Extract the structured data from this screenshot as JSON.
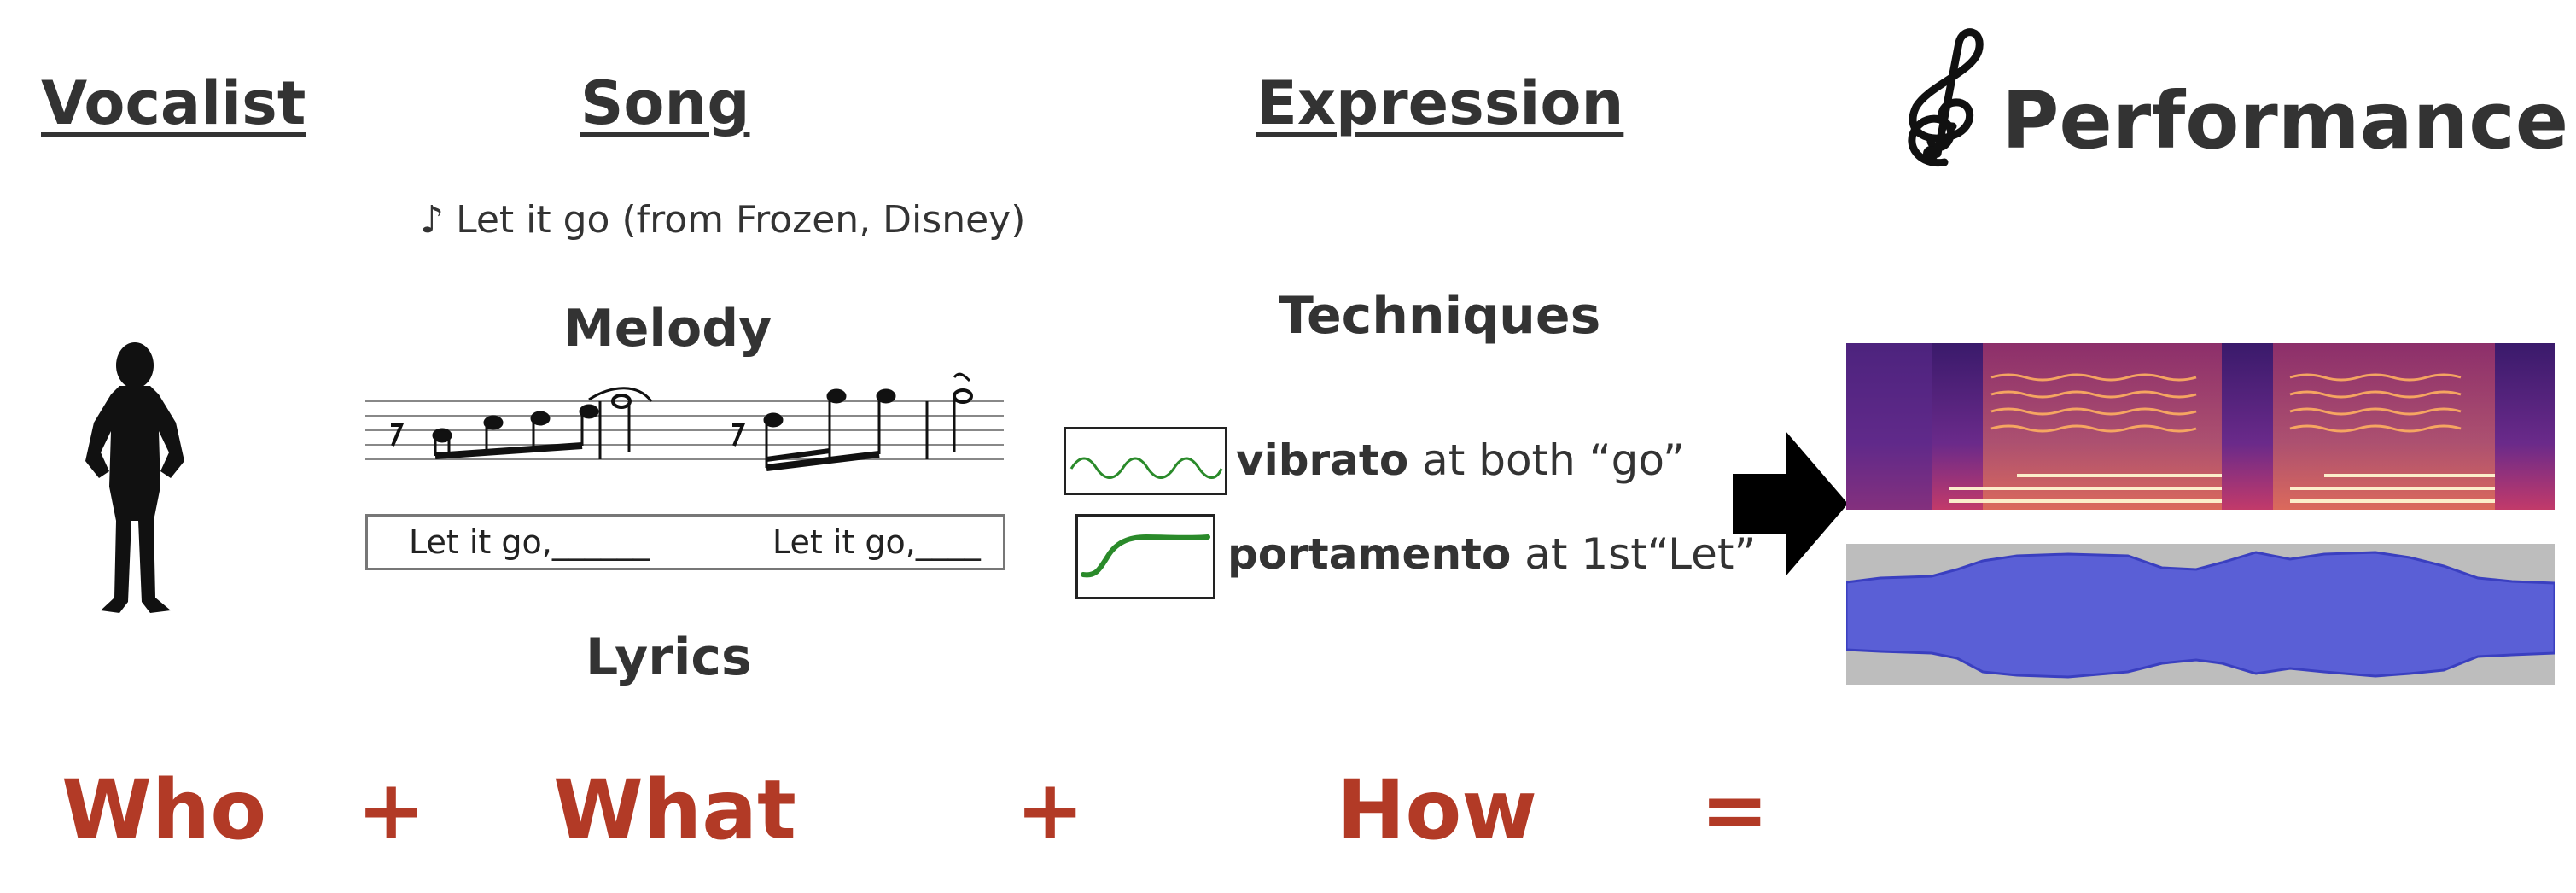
{
  "headers": {
    "vocalist": "Vocalist",
    "song": "Song",
    "expression": "Expression",
    "performance": "Performance"
  },
  "song": {
    "title_note": "♪",
    "title": "Let it go (from Frozen, Disney)",
    "melody_label": "Melody",
    "lyrics_label": "Lyrics",
    "lyrics_left": "Let  it  go,______",
    "lyrics_right": "Let it go,____"
  },
  "expression": {
    "techniques_label": "Techniques",
    "vibrato": {
      "name": "vibrato",
      "rest": " at both “go”"
    },
    "portamento": {
      "name": "portamento",
      "rest": " at  1st“Let”"
    }
  },
  "equation": {
    "who": "Who",
    "plus1": "+",
    "what": "What",
    "plus2": "+",
    "how": "How",
    "equals": "="
  },
  "colors": {
    "accent_red": "#b23a26",
    "header_text": "#333333",
    "technique_curve": "#2a8a2a",
    "waveform": "#5a5fd6",
    "waveform_bg": "#bdbdbd"
  },
  "icons": [
    "person-silhouette-icon",
    "treble-clef-icon",
    "right-arrow-icon",
    "eighth-note-icon"
  ]
}
